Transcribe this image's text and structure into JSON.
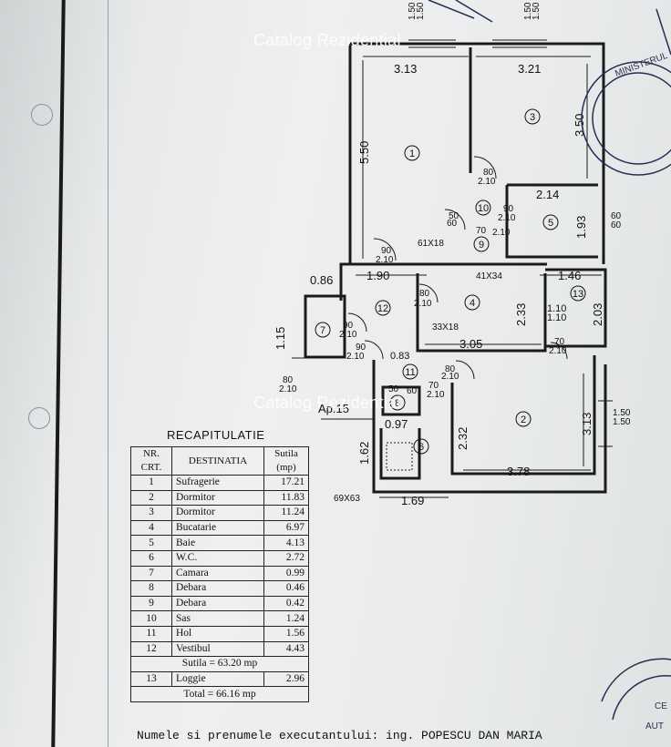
{
  "watermarks": [
    "Catalog Rezidential",
    "Catalog Rezidential"
  ],
  "plan": {
    "dimensions": [
      "3.13",
      "3.21",
      "5.50",
      "3.50",
      "2.14",
      "1.93",
      "0.86",
      "1.90",
      "1.46",
      "2.33",
      "2.03",
      "1.15",
      "3.05",
      "0.83",
      "0.97",
      "3.13",
      "1.62",
      "2.32",
      "3.78",
      "1.69",
      "1.10",
      "1.10"
    ],
    "rooms": [
      "1",
      "2",
      "3",
      "4",
      "5",
      "6",
      "7",
      "8",
      "9",
      "10",
      "11",
      "12",
      "13"
    ],
    "doors": [
      "80",
      "2.10",
      "90",
      "2.10",
      "70",
      "2.10",
      "50",
      "60",
      "90",
      "2.10",
      "80",
      "2.10",
      "90",
      "2.10",
      "90",
      "2.10",
      "70",
      "2.10",
      "80",
      "2.10",
      "70",
      "2.10",
      "80",
      "2.10",
      "50",
      "60"
    ],
    "windows": [
      "1.50",
      "1.50",
      "1.50",
      "1.50",
      "60",
      "60",
      "1.50",
      "1.50"
    ],
    "ducts": [
      "61X18",
      "41X34",
      "33X18",
      "69X63"
    ],
    "apartment": "Ap.15"
  },
  "recap": {
    "title": "RECAPITULATIE",
    "headers": [
      "NR. CRT.",
      "DESTINATIA",
      "Sutila (mp)"
    ],
    "rows": [
      [
        "1",
        "Sufragerie",
        "17.21"
      ],
      [
        "2",
        "Dormitor",
        "11.83"
      ],
      [
        "3",
        "Dormitor",
        "11.24"
      ],
      [
        "4",
        "Bucatarie",
        "6.97"
      ],
      [
        "5",
        "Baie",
        "4.13"
      ],
      [
        "6",
        "W.C.",
        "2.72"
      ],
      [
        "7",
        "Camara",
        "0.99"
      ],
      [
        "8",
        "Debara",
        "0.46"
      ],
      [
        "9",
        "Debara",
        "0.42"
      ],
      [
        "10",
        "Sas",
        "1.24"
      ],
      [
        "11",
        "Hol",
        "1.56"
      ],
      [
        "12",
        "Vestibul",
        "4.43"
      ]
    ],
    "subtotal": "Sutila = 63.20 mp",
    "loggia": [
      "13",
      "Loggie",
      "2.96"
    ],
    "total": "Total = 66.16 mp"
  },
  "footer": "Numele si prenumele executantului: ing. POPESCU DAN MARIA",
  "stamps": {
    "top_right": "MINISTERUL",
    "bottom_right": "CE",
    "small": "AUT"
  }
}
